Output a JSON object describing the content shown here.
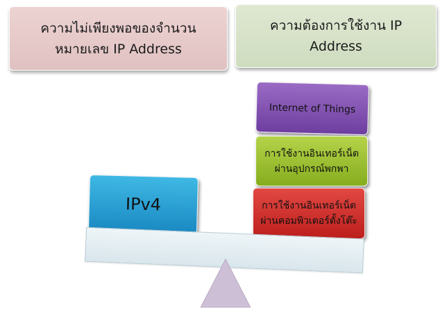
{
  "header_left": {
    "line1": "ความไม่เพียงพอของจำนวน",
    "line2": "หมายเลข IP Address"
  },
  "header_right": {
    "line1": "ความต้องการใช้งาน IP",
    "line2": "Address"
  },
  "scale": {
    "left_block": "IPv4",
    "right_stack": {
      "top": "Internet of Things",
      "middle_line1": "การใช้งานอินเทอร์เน็ต",
      "middle_line2": "ผ่านอุปกรณ์พกพา",
      "bottom_line1": "การใช้งานอินเทอร์เน็ต",
      "bottom_line2": "ผ่านคอมพิวเตอร์ตั้งโต๊ะ"
    }
  },
  "colors": {
    "left_header": "#e6c9c9",
    "right_header": "#d6e1c8",
    "iot": "#7b4aa8",
    "mobile": "#98bf2a",
    "desktop": "#cf2a27",
    "ipv4": "#2aa0d4",
    "beam": "#e6eff3",
    "pivot": "#cdbfd6"
  }
}
